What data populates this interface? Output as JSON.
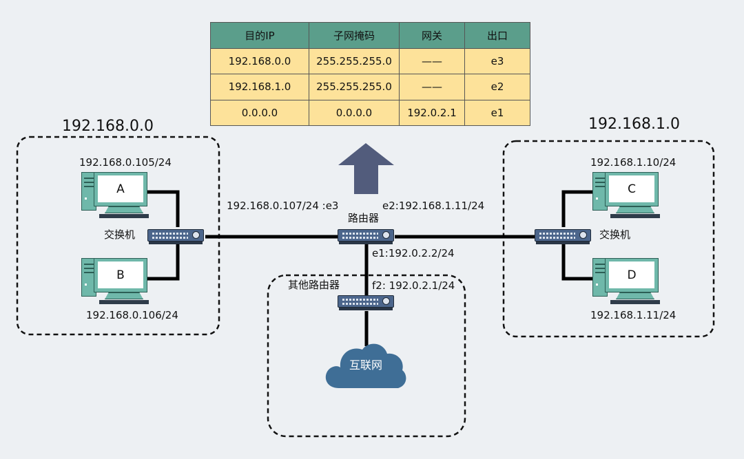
{
  "route_table": {
    "headers": [
      "目的IP",
      "子网掩码",
      "网关",
      "出口"
    ],
    "rows": [
      [
        "192.168.0.0",
        "255.255.255.0",
        "——",
        "e3"
      ],
      [
        "192.168.1.0",
        "255.255.255.0",
        "——",
        "e2"
      ],
      [
        "0.0.0.0",
        "0.0.0.0",
        "192.0.2.1",
        "e1"
      ]
    ]
  },
  "networks": {
    "left": {
      "label": "192.168.0.0",
      "pc_a": {
        "name": "A",
        "ip": "192.168.0.105/24"
      },
      "pc_b": {
        "name": "B",
        "ip": "192.168.0.106/24"
      },
      "switch_label": "交换机"
    },
    "right": {
      "label": "192.168.1.0",
      "pc_c": {
        "name": "C",
        "ip": "192.168.1.10/24"
      },
      "pc_d": {
        "name": "D",
        "ip": "192.168.1.11/24"
      },
      "switch_label": "交换机"
    }
  },
  "router": {
    "label": "路由器",
    "e3": "192.168.0.107/24 :e3",
    "e2": "e2:192.168.1.11/24",
    "e1": "e1:192.0.2.2/24"
  },
  "other_router": {
    "label": "其他路由器",
    "f2": "f2: 192.0.2.1/24"
  },
  "internet": {
    "label": "互联网"
  },
  "colors": {
    "background": "#edf0f3",
    "table_header": "#5b9e8b",
    "table_cell": "#fde29a",
    "pc": "#6fb8aa",
    "device": "#4c668c",
    "arrow": "#525c7c",
    "cloud": "#3f6e96"
  },
  "icons": {
    "computer": "desktop-computer-icon",
    "switch": "network-switch-icon",
    "router": "router-icon",
    "arrow": "up-arrow-icon",
    "cloud": "cloud-icon"
  }
}
